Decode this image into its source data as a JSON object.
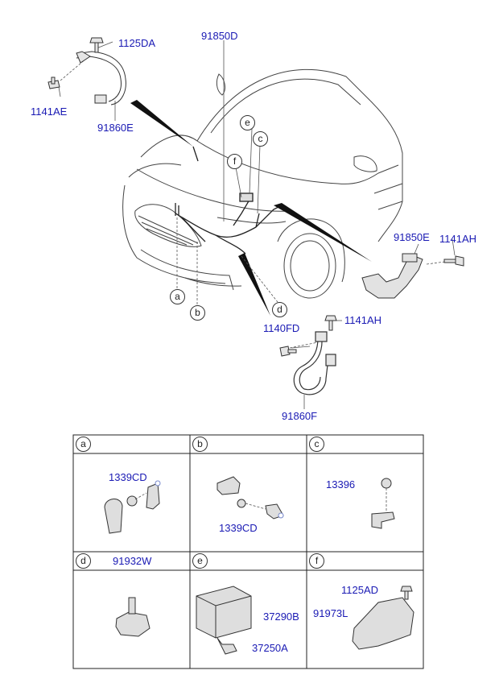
{
  "main_labels": {
    "p91850D": "91850D",
    "p1125DA": "1125DA",
    "p1141AE": "1141AE",
    "p91860E": "91860E",
    "p91850E": "91850E",
    "p1141AH_top": "1141AH",
    "p1140FD": "1140FD",
    "p1141AH_bottom": "1141AH",
    "p91860F": "91860F"
  },
  "callouts": {
    "a": "a",
    "b": "b",
    "c": "c",
    "d": "d",
    "e": "e",
    "f": "f"
  },
  "grid": {
    "cells": [
      {
        "letter": "a",
        "parts": [
          "1339CD"
        ]
      },
      {
        "letter": "b",
        "parts": [
          "1339CD"
        ]
      },
      {
        "letter": "c",
        "parts": [
          "13396"
        ]
      },
      {
        "letter": "d",
        "parts": [
          "91932W"
        ]
      },
      {
        "letter": "e",
        "parts": [
          "37290B",
          "37250A"
        ]
      },
      {
        "letter": "f",
        "parts": [
          "1125AD",
          "91973L"
        ]
      }
    ]
  },
  "colors": {
    "label_blue": "#1a1ab4",
    "line": "#222222",
    "part_fill": "#d9d9d9"
  }
}
